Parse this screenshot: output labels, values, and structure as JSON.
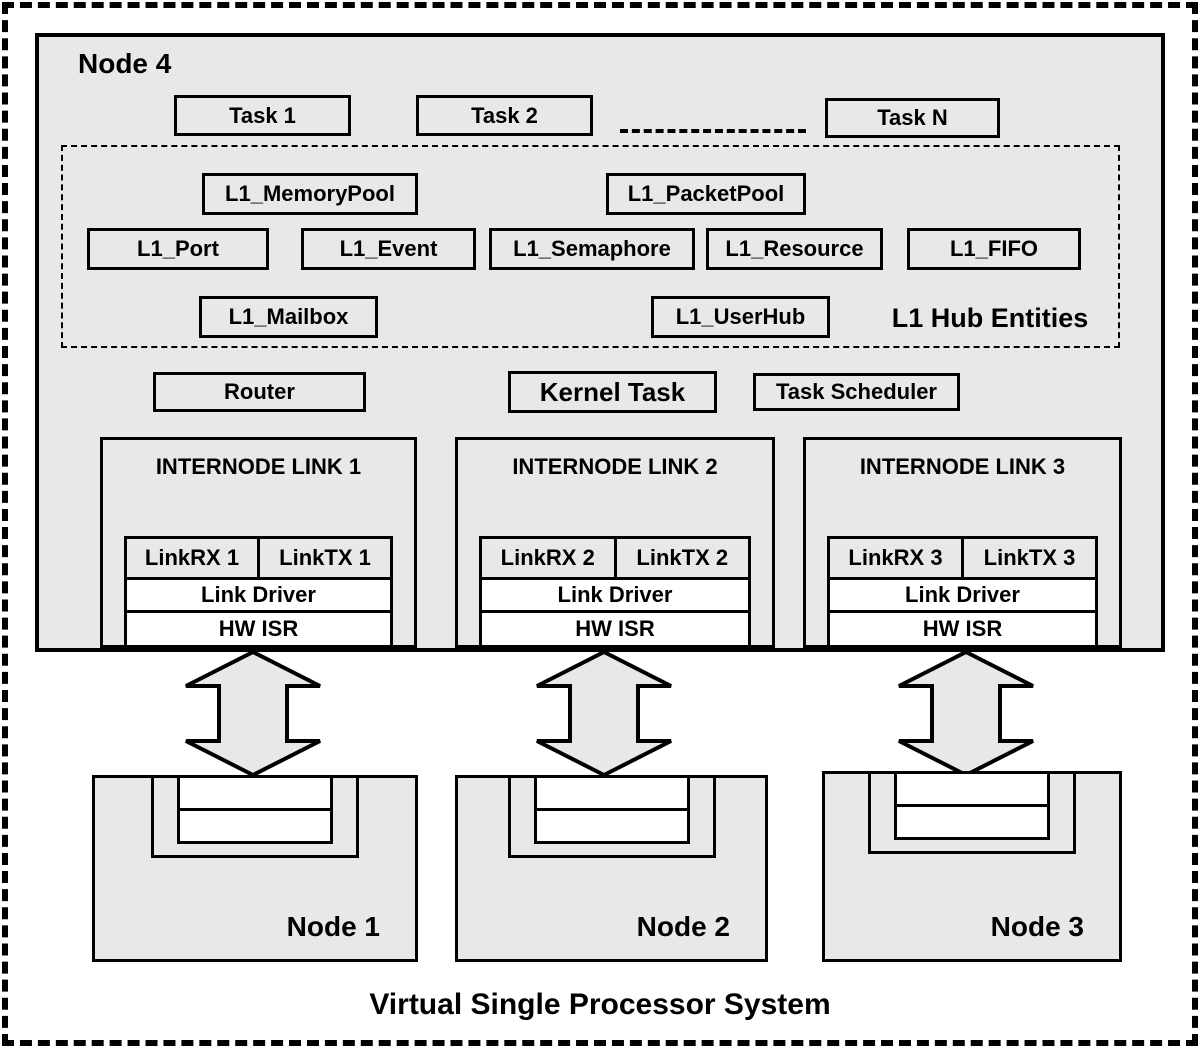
{
  "colors": {
    "panel_fill": "#e8e8e8",
    "line": "#000000",
    "slot_fill": "#ffffff"
  },
  "node4": {
    "label": "Node 4",
    "tasks": [
      {
        "label": "Task 1"
      },
      {
        "label": "Task 2"
      },
      {
        "label": "Task N"
      }
    ],
    "hub": {
      "label": "L1 Hub Entities",
      "entities": [
        {
          "label": "L1_MemoryPool"
        },
        {
          "label": "L1_PacketPool"
        },
        {
          "label": "L1_Port"
        },
        {
          "label": "L1_Event"
        },
        {
          "label": "L1_Semaphore"
        },
        {
          "label": "L1_Resource"
        },
        {
          "label": "L1_FIFO"
        },
        {
          "label": "L1_Mailbox"
        },
        {
          "label": "L1_UserHub"
        }
      ]
    },
    "services": {
      "router": "Router",
      "kernel_task": "Kernel Task",
      "task_scheduler": "Task Scheduler"
    },
    "links": [
      {
        "title": "INTERNODE LINK 1",
        "rx": "LinkRX 1",
        "tx": "LinkTX 1",
        "driver": "Link Driver",
        "isr": "HW ISR"
      },
      {
        "title": "INTERNODE LINK 2",
        "rx": "LinkRX 2",
        "tx": "LinkTX 2",
        "driver": "Link Driver",
        "isr": "HW ISR"
      },
      {
        "title": "INTERNODE LINK 3",
        "rx": "LinkRX 3",
        "tx": "LinkTX 3",
        "driver": "Link Driver",
        "isr": "HW ISR"
      }
    ]
  },
  "remote_nodes": [
    {
      "label": "Node 1"
    },
    {
      "label": "Node 2"
    },
    {
      "label": "Node 3"
    }
  ],
  "caption": "Virtual Single Processor System"
}
